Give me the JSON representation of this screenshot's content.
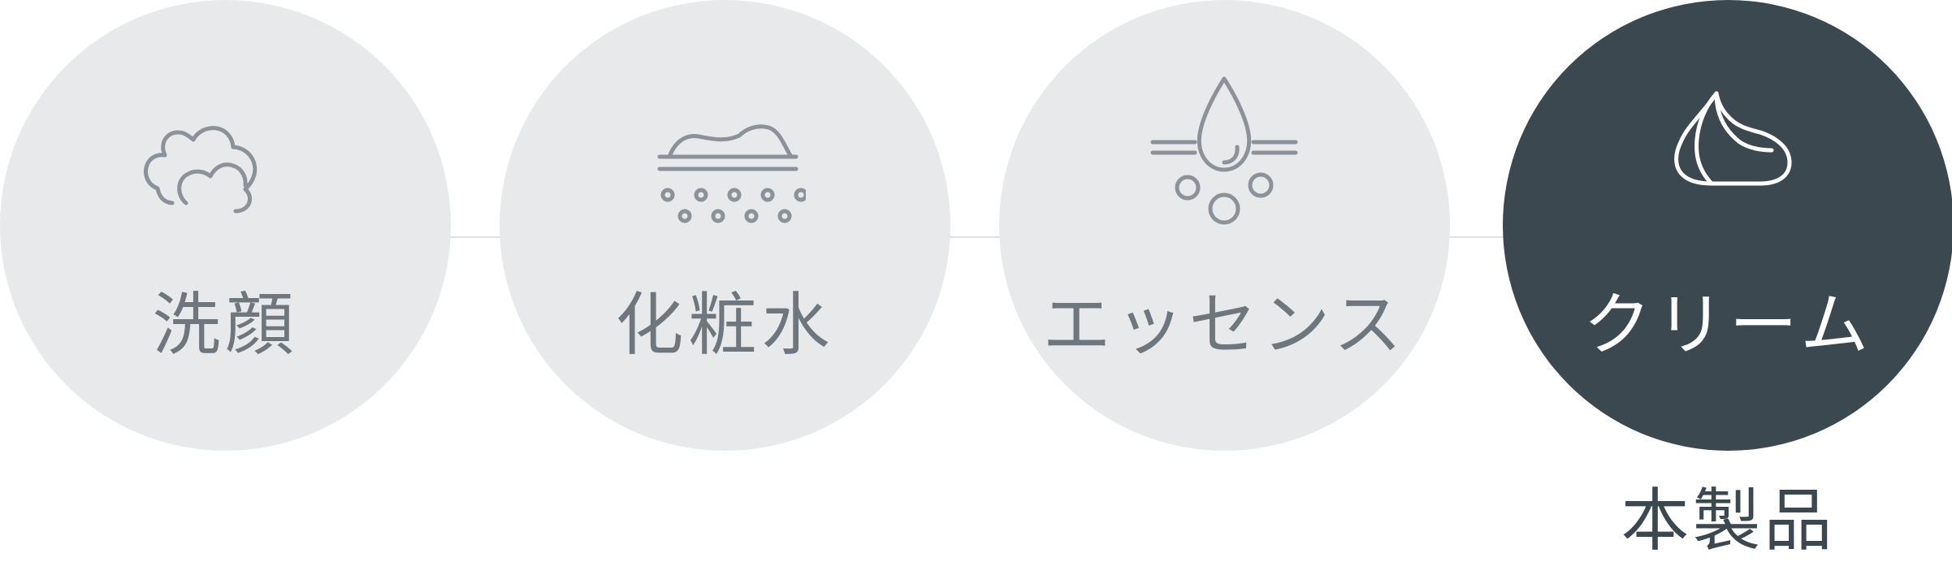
{
  "steps": [
    {
      "label": "洗顔",
      "icon": "foam-icon",
      "active": false
    },
    {
      "label": "化粧水",
      "icon": "lotion-icon",
      "active": false
    },
    {
      "label": "エッセンス",
      "icon": "essence-drop-icon",
      "active": false
    },
    {
      "label": "クリーム",
      "icon": "cream-icon",
      "active": true
    }
  ],
  "product_note": "本製品",
  "colors": {
    "inactive_circle": "#e8e9eb",
    "active_circle": "#3c4850",
    "inactive_icon": "#8b9299",
    "inactive_text": "#6f777e",
    "active_text": "#ffffff",
    "connector": "#dfe1e3"
  }
}
